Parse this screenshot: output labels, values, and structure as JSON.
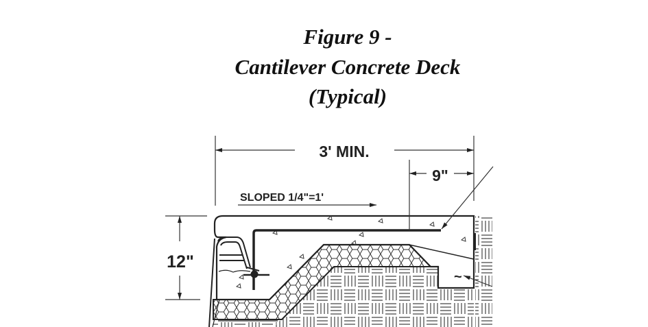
{
  "figure": {
    "title_line1": "Figure 9 -",
    "title_line2": "Cantilever Concrete Deck",
    "title_line3": "(Typical)"
  },
  "drawing": {
    "dim_width": "3' MIN.",
    "dim_overhang": "9\"",
    "slope_note": "SLOPED 1/4\"=1'",
    "dim_thickness": "12\"",
    "tilde_mark": "~"
  }
}
